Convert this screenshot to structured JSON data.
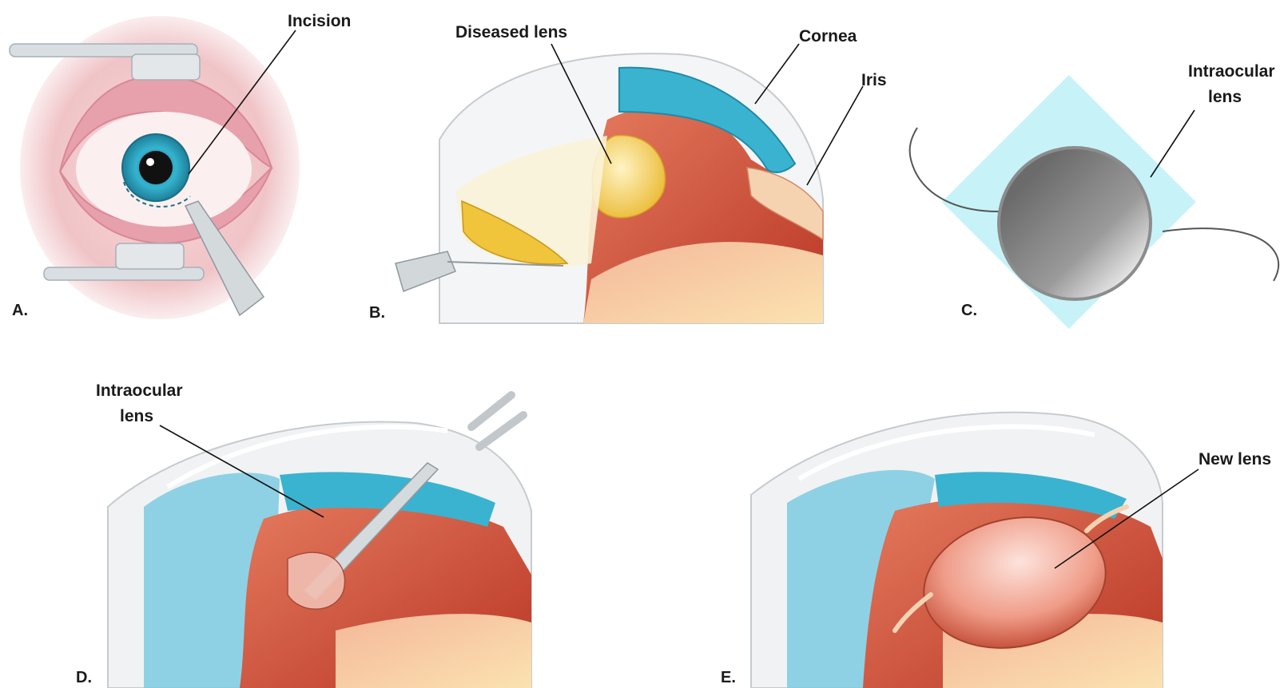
{
  "panels": {
    "a": {
      "letter": "A.",
      "labels": {
        "incision": "Incision"
      }
    },
    "b": {
      "letter": "B.",
      "labels": {
        "diseased_lens": "Diseased lens",
        "cornea": "Cornea",
        "iris": "Iris"
      }
    },
    "c": {
      "letter": "C.",
      "labels": {
        "intraocular_line1": "Intraocular",
        "intraocular_line2": "lens"
      }
    },
    "d": {
      "letter": "D.",
      "labels": {
        "intraocular_line1": "Intraocular",
        "intraocular_line2": "lens"
      }
    },
    "e": {
      "letter": "E.",
      "labels": {
        "new_lens": "New lens"
      }
    }
  },
  "colors": {
    "skin_pink": "#f2c9cc",
    "eyelid": "#e59ba6",
    "iris_blue": "#38b6d0",
    "cornea_blue": "#3fb8d4",
    "tissue_red": "#c9442f",
    "tissue_pink": "#f0a48e",
    "lens_yellow": "#f2cc4a",
    "instrument_gray": "#c8cfd4",
    "iol_glow": "#bdf1f7"
  }
}
